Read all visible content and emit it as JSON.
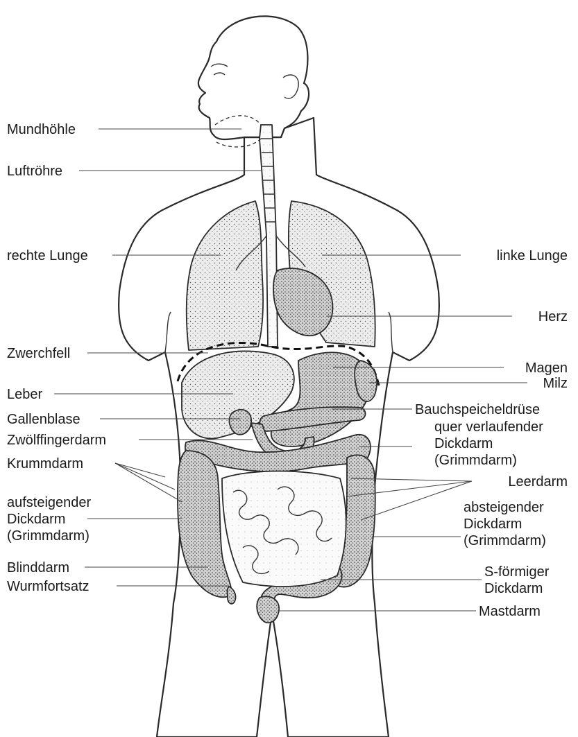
{
  "labels": {
    "mundhoehle": "Mundhöhle",
    "luftroehre": "Luftröhre",
    "rechte_lunge": "rechte Lunge",
    "zwerchfell": "Zwerchfell",
    "leber": "Leber",
    "gallenblase": "Gallenblase",
    "zwoelffingerdarm": "Zwölffingerdarm",
    "krummdarm": "Krummdarm",
    "aufsteigender_dickdarm": [
      "aufsteigender",
      "Dickdarm",
      "(Grimmdarm)"
    ],
    "blinddarm": "Blinddarm",
    "wurmfortsatz": "Wurmfortsatz",
    "linke_lunge": "linke Lunge",
    "herz": "Herz",
    "magen": "Magen",
    "milz": "Milz",
    "bauchspeicheldruese": "Bauchspeicheldrüse",
    "querverlaufender_dickdarm": [
      "quer verlaufender",
      "Dickdarm",
      "(Grimmdarm)"
    ],
    "leerdarm": "Leerdarm",
    "absteigender_dickdarm": [
      "absteigender",
      "Dickdarm",
      "(Grimmdarm)"
    ],
    "s_foermiger_dickdarm": [
      "S-förmiger",
      "Dickdarm"
    ],
    "mastdarm": "Mastdarm"
  },
  "colors": {
    "ink": "#1a1a1a",
    "organ_fill": "#e4e4e4",
    "organ_dark": "#cfcfcf",
    "background": "#ffffff"
  }
}
